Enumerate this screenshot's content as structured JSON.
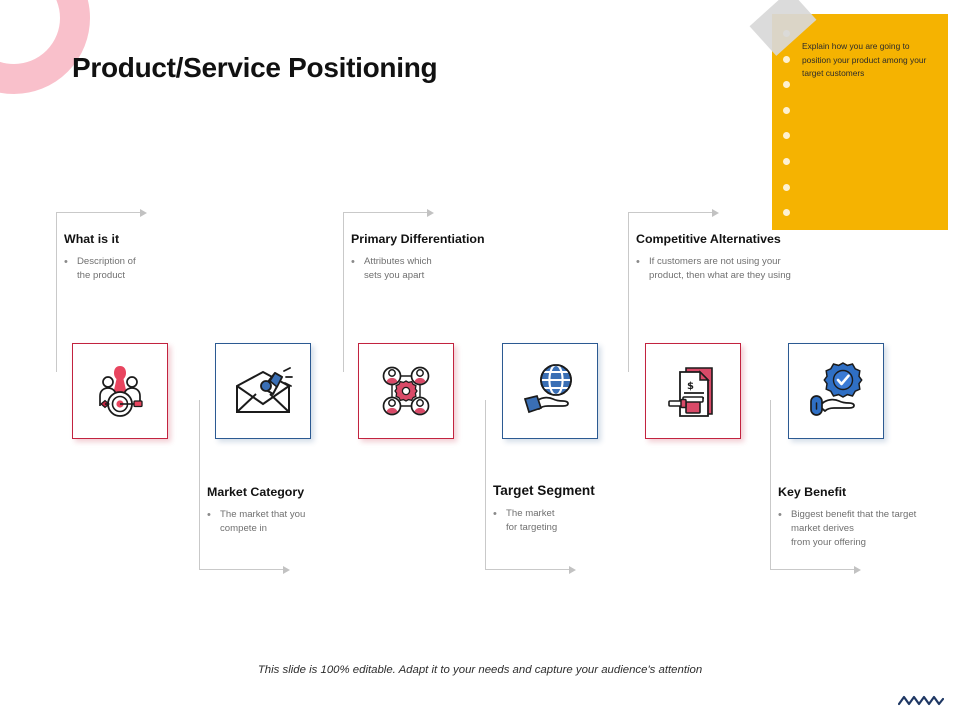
{
  "slide": {
    "title": "Product/Service Positioning",
    "footer": "This slide is 100% editable. Adapt it to your needs and capture your audience's attention"
  },
  "note": {
    "text": "Explain how you are going to position your product among your target customers",
    "bg_color": "#f5b301",
    "hole_count": 9
  },
  "colors": {
    "accent_red": "#c2233f",
    "accent_blue": "#2c5a92",
    "ring_pink": "#f9c0cb",
    "note_yellow": "#f5b301",
    "connector_gray": "#c9c9c9"
  },
  "blocks": [
    {
      "heading": "What is it",
      "bullet": "Description of\nthe product",
      "position": "top",
      "icon": "target-audience-icon"
    },
    {
      "heading": "Market Category",
      "bullet": "The market that you\ncompete in",
      "position": "bottom",
      "icon": "envelope-megaphone-icon"
    },
    {
      "heading": "Primary Differentiation",
      "bullet": "Attributes which\nsets you apart",
      "position": "top",
      "icon": "users-gear-network-icon"
    },
    {
      "heading": "Target Segment",
      "bullet": "The market\nfor targeting",
      "position": "bottom",
      "icon": "hand-globe-icon"
    },
    {
      "heading": "Competitive Alternatives",
      "bullet": "If customers are not using your\nproduct, then what are they using",
      "position": "top",
      "icon": "invoice-gavel-icon"
    },
    {
      "heading": "Key Benefit",
      "bullet": "Biggest benefit that the target\nmarket derives\nfrom your offering",
      "position": "bottom",
      "icon": "hand-gear-check-icon"
    }
  ]
}
